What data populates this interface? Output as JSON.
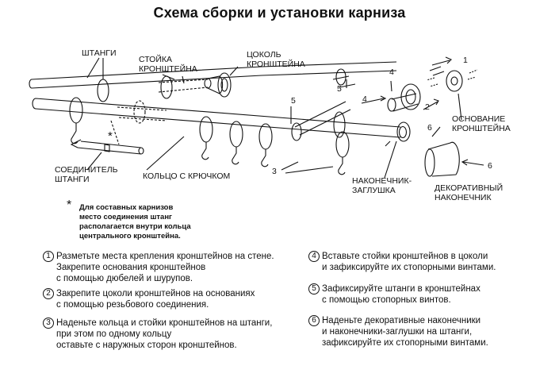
{
  "title": "Схема сборки и установки карниза",
  "labels": {
    "rods": "ШТАНГИ",
    "bracket_post": [
      "СТОЙКА",
      "КРОНШТЕЙНА"
    ],
    "bracket_base_cap": [
      "ЦОКОЛЬ",
      "КРОНШТЕЙНА"
    ],
    "bracket_base": [
      "ОСНОВАНИЕ",
      "КРОНШТЕЙНА"
    ],
    "connector": [
      "СОЕДИНИТЕЛЬ",
      "ШТАНГИ"
    ],
    "ring": "КОЛЬЦО С КРЮЧКОМ",
    "end_plug": [
      "НАКОНЕЧНИК-",
      "ЗАГЛУШКА"
    ],
    "decor_end": [
      "ДЕКОРАТИВНЫЙ",
      "НАКОНЕЧНИК"
    ]
  },
  "callout_numbers": {
    "n1": "1",
    "n2": "2",
    "n3": "3",
    "n4": "4",
    "n5a": "5",
    "n5b": "5",
    "n6a": "6",
    "n6b": "6",
    "star": "*"
  },
  "note": {
    "star": "*",
    "lines": [
      "Для составных карнизов",
      "место соединения штанг",
      "располагается внутри кольца",
      "центрального кронштейна."
    ]
  },
  "steps": [
    {
      "num": "1",
      "lines": [
        "Разметьте места крепления кронштейнов на стене.",
        "Закрепите основания кронштейнов",
        "с помощью дюбелей и шурупов."
      ]
    },
    {
      "num": "2",
      "lines": [
        "Закрепите цоколи кронштейнов на основаниях",
        "с помощью резьбового соединения."
      ]
    },
    {
      "num": "3",
      "lines": [
        "Наденьте кольца и стойки кронштейнов на штанги,",
        "при этом по одному кольцу",
        "оставьте с наружных сторон кронштейнов."
      ]
    },
    {
      "num": "4",
      "lines": [
        "Вставьте стойки кронштейнов в цоколи",
        "и зафиксируйте их стопорными винтами."
      ]
    },
    {
      "num": "5",
      "lines": [
        "Зафиксируйте штанги в кронштейнах",
        "с помощью стопорных винтов."
      ]
    },
    {
      "num": "6",
      "lines": [
        "Наденьте декоративные наконечники",
        "и наконечники-заглушки на штанги,",
        "зафиксируйте их стопорными винтами."
      ]
    }
  ]
}
